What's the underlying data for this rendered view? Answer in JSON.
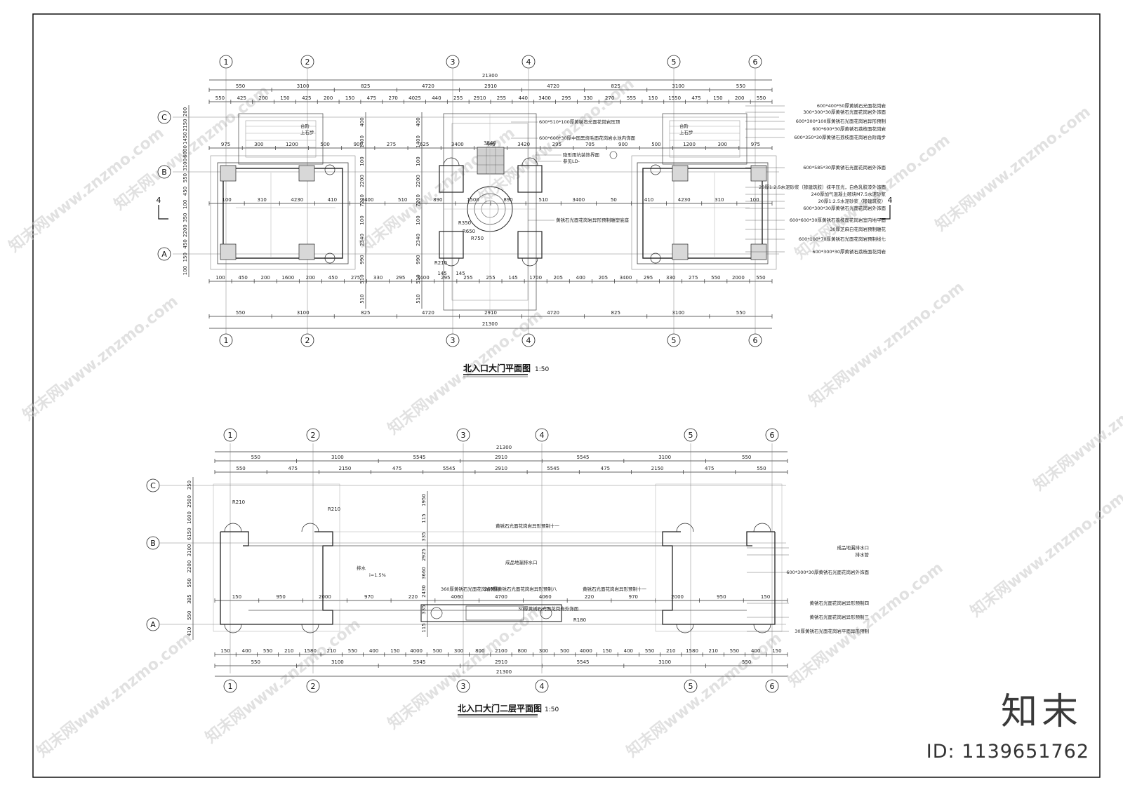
{
  "plan1": {
    "title": "北入口大门平面图",
    "scale": "1:50",
    "axes_x": [
      "1",
      "2",
      "3",
      "4",
      "5",
      "6"
    ],
    "axes_y": [
      "C",
      "B",
      "A"
    ],
    "total_dim": "21300",
    "dims_row2": [
      "550",
      "3100",
      "825",
      "4720",
      "2910",
      "4720",
      "825",
      "3100",
      "550"
    ],
    "dims_row3": [
      "550",
      "425",
      "200",
      "150",
      "425",
      "200",
      "150",
      "475",
      "270",
      "4025",
      "440",
      "255",
      "2910",
      "255",
      "440",
      "3400",
      "295",
      "330",
      "270",
      "555",
      "150",
      "1550",
      "475",
      "150",
      "200",
      "550"
    ],
    "dims_row4": [
      "975",
      "300",
      "1200",
      "500",
      "900",
      "275",
      "625",
      "3400",
      "440",
      "3420",
      "295",
      "705",
      "900",
      "500",
      "1200",
      "300",
      "975"
    ],
    "dims_mid": [
      "100",
      "310",
      "4230",
      "410",
      "3400",
      "510",
      "890",
      "1500",
      "890",
      "510",
      "3400",
      "50",
      "410",
      "4230",
      "310",
      "100"
    ],
    "dims_low": [
      "100",
      "450",
      "200",
      "1600",
      "200",
      "450",
      "275",
      "330",
      "295",
      "3400",
      "295",
      "255",
      "255",
      "145",
      "1700",
      "205",
      "400",
      "205",
      "3400",
      "295",
      "330",
      "275",
      "550",
      "2000",
      "550"
    ],
    "dims_vert_left": [
      "200",
      "2150",
      "1450",
      "6000",
      "3100",
      "550",
      "450",
      "100",
      "350",
      "2200",
      "450",
      "150",
      "100"
    ],
    "dims_vert_center": [
      "400",
      "1400",
      "100",
      "2200",
      "7200",
      "100",
      "2340",
      "990",
      "510",
      "510"
    ],
    "notes_center": [
      "600*510*100厚黄锈石光面花岗岩压顶",
      "600*600*30厚中国黑烧毛面花岗岩水池内饰面",
      "隐形雨坑装饰界面",
      "参见LD-",
      "黄锈石光面花岗岩异形预制雕塑底座"
    ],
    "notes_center_dims": [
      "3840",
      "R350",
      "R650",
      "R750",
      "R210",
      "145",
      "145"
    ],
    "labels_stairs": [
      "台阶",
      "上石步",
      "台阶",
      "上石步"
    ],
    "notes_right": [
      "600*400*50厚黄锈石光面花岗岩",
      "300*300*30厚黄锈石光面花岗岩外饰面",
      "600*300*100厚黄锈石光面花岗岩异形预制",
      "600*600*30厚黄锈石荔枝面花岗岩",
      "600*350*30厚黄锈石荔枝面花岗岩台阶踏步",
      "600*585*30厚黄锈石光面花岗岩外饰面",
      "20厚1:2.5水泥砂浆（掺建筑胶）抹平压光，白色乳胶漆外饰面",
      "240厚加气混凝土砌块M7.5水泥砂浆",
      "20厚1:2.5水泥砂浆（掺建筑胶）",
      "600*300*30厚黄锈石光面花岗岩外饰面",
      "600*600*30厚黄锈石荔枝面花岗岩室内地平面",
      "30厚芝麻白花岗岩预制雕花",
      "600*100*70厚黄锈石光面花岗岩预制线七",
      "600*300*30厚黄锈石荔枝面花岗岩"
    ],
    "section_mark": "4"
  },
  "plan2": {
    "title": "北入口大门二层平面图",
    "scale": "1:50",
    "axes_x": [
      "1",
      "2",
      "3",
      "4",
      "5",
      "6"
    ],
    "axes_y": [
      "C",
      "B",
      "A"
    ],
    "total_dim": "21300",
    "dims_row2": [
      "550",
      "3100",
      "5545",
      "2910",
      "5545",
      "3100",
      "550"
    ],
    "dims_row3": [
      "550",
      "475",
      "2150",
      "475",
      "5545",
      "2910",
      "5545",
      "475",
      "2150",
      "475",
      "550"
    ],
    "dims_mid": [
      "150",
      "950",
      "2000",
      "970",
      "220",
      "4060",
      "4700",
      "4060",
      "220",
      "970",
      "2000",
      "950",
      "150"
    ],
    "dims_low": [
      "150",
      "400",
      "550",
      "210",
      "1580",
      "210",
      "550",
      "400",
      "150",
      "4000",
      "500",
      "300",
      "800",
      "2100",
      "800",
      "300",
      "500",
      "4000",
      "150",
      "400",
      "550",
      "210",
      "1580",
      "210",
      "550",
      "400",
      "150"
    ],
    "dims_vert_left": [
      "350",
      "2500",
      "1600",
      "6150",
      "3100",
      "2200",
      "550",
      "385",
      "550",
      "410"
    ],
    "dims_vert_center": [
      "1950",
      "115",
      "335",
      "2925",
      "3660",
      "2430",
      "335",
      "115"
    ],
    "notes_center": [
      "黄锈石光面花岗岩异形预制十一",
      "成品地漏排水口",
      "360厚黄锈石光面花岗岩预制",
      "250厚黄锈石光面花岗岩异形预制八",
      "黄锈石光面花岗岩异形预制十一",
      "30厚黄锈石光面花岗岩外饰面",
      "排水",
      "i=1.5%"
    ],
    "notes_center_dims": [
      "R210",
      "R210",
      "R180"
    ],
    "notes_right": [
      "成品地漏排水口",
      "排水管",
      "600*300*30厚黄锈石光面花岗岩外饰面",
      "黄锈石光面花岗岩异形预制四",
      "黄锈石光面花岗岩异形预制三",
      "30厚黄锈石光面花岗岩平面异形预制"
    ]
  },
  "watermark": "知末网www.znzmo.com",
  "brand": {
    "logo": "知末",
    "id": "ID: 1139651762"
  }
}
